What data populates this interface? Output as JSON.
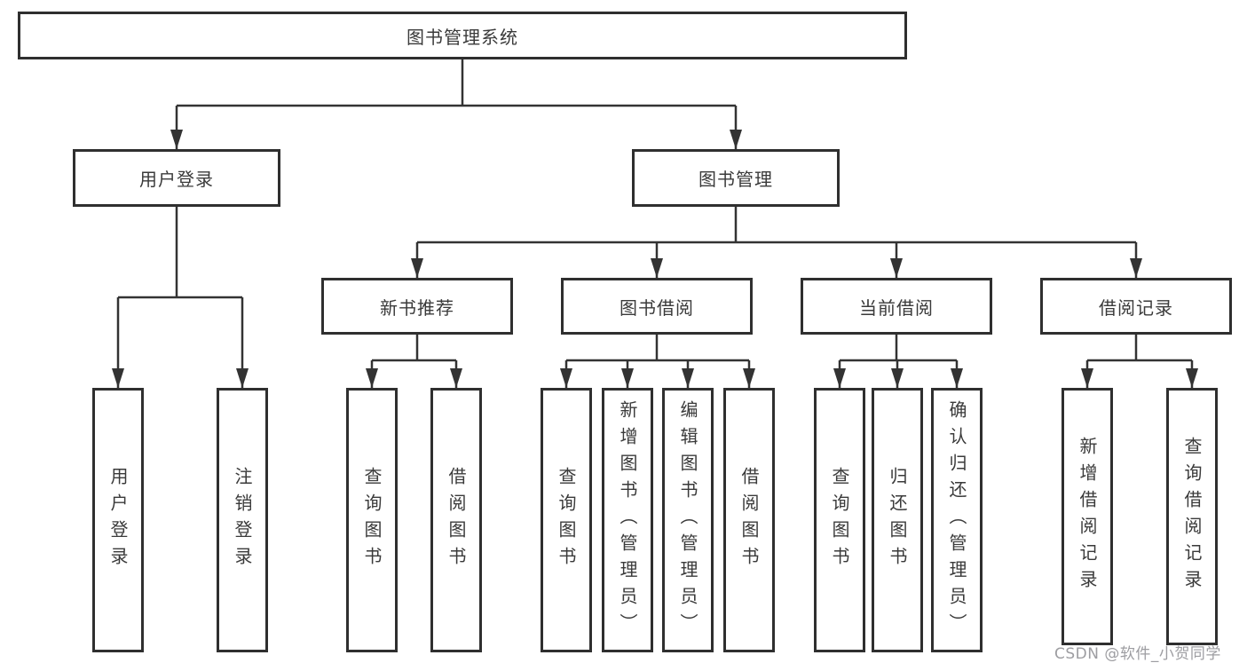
{
  "diagram": {
    "root": {
      "label": "图书管理系统"
    },
    "level2": {
      "user_login": {
        "label": "用户登录"
      },
      "book_mgmt": {
        "label": "图书管理"
      }
    },
    "level3": {
      "new_book_rec": {
        "label": "新书推荐"
      },
      "book_borrow": {
        "label": "图书借阅"
      },
      "current_borrow": {
        "label": "当前借阅"
      },
      "borrow_records": {
        "label": "借阅记录"
      }
    },
    "leaves": {
      "login_user_login": {
        "label": "用户登录"
      },
      "login_logout": {
        "label": "注销登录"
      },
      "rec_query_books": {
        "label": "查询图书"
      },
      "rec_borrow_books": {
        "label": "借阅图书"
      },
      "bb_query_books": {
        "label": "查询图书"
      },
      "bb_add_books_admin": {
        "label": "新增图书（管理员）"
      },
      "bb_edit_books_admin": {
        "label": "编辑图书（管理员）"
      },
      "bb_borrow_books": {
        "label": "借阅图书"
      },
      "cb_query_books": {
        "label": "查询图书"
      },
      "cb_return_books": {
        "label": "归还图书"
      },
      "cb_confirm_return_admin": {
        "label": "确认归还（管理员）"
      },
      "br_add_record": {
        "label": "新增借阅记录"
      },
      "br_query_record": {
        "label": "查询借阅记录"
      }
    }
  },
  "watermark": {
    "text": "CSDN @软件_小贺同学"
  },
  "colors": {
    "line": "#333333",
    "box_border": "#2f2f2f",
    "text": "#3a3a3a",
    "watermark": "#9d9da1",
    "background": "#ffffff"
  }
}
